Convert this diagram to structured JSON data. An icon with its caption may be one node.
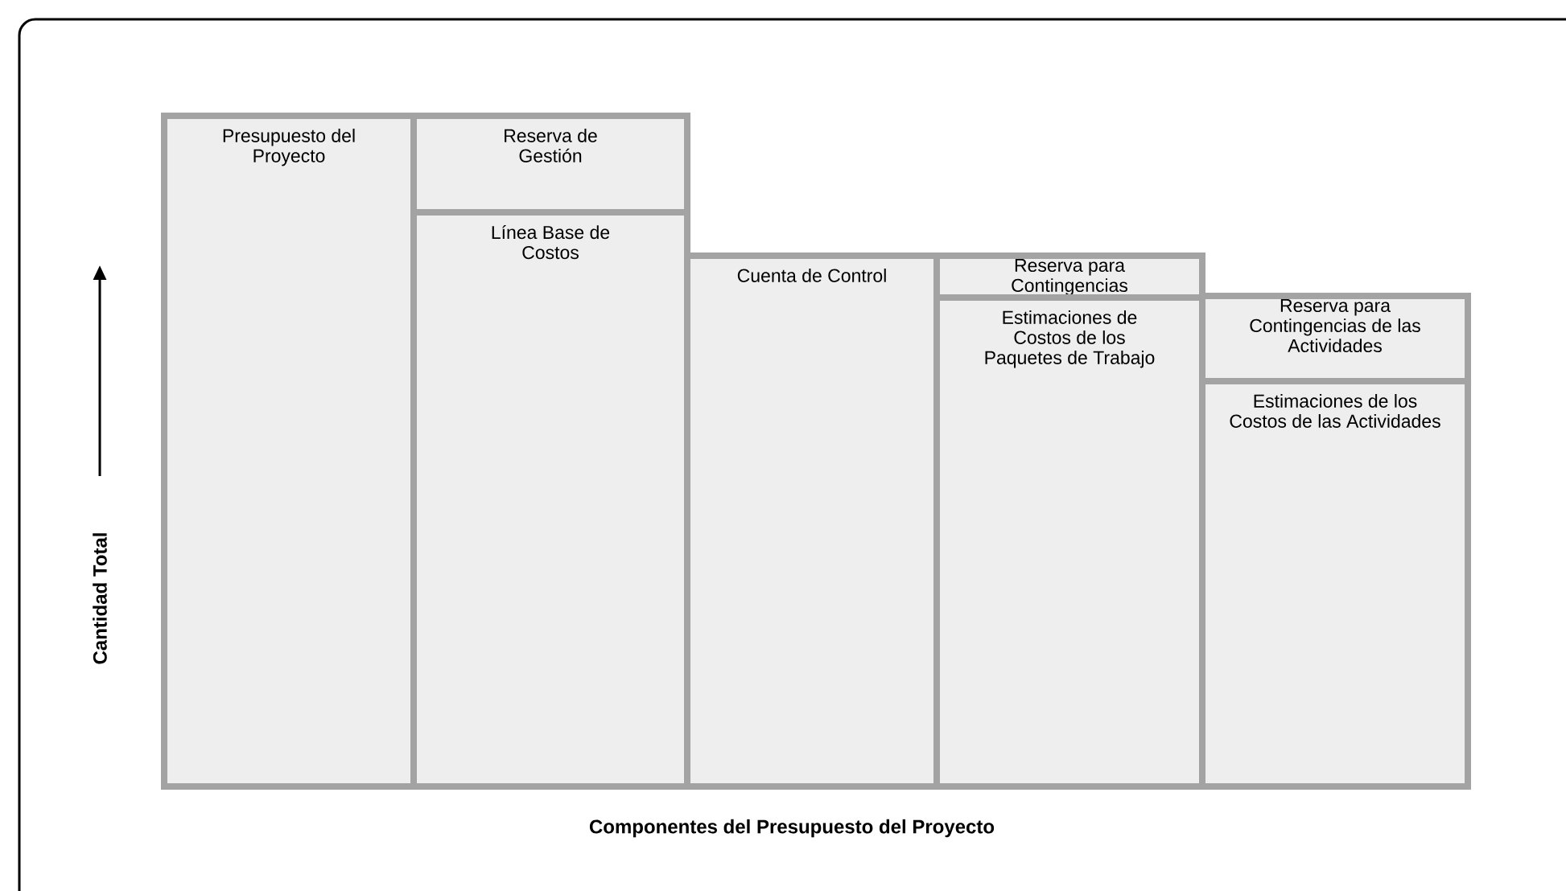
{
  "diagram": {
    "nodes": [
      {
        "text": [
          "Presupuesto del Proyecto"
        ]
      },
      {
        "text": [
          "Reserva de Gestión"
        ]
      },
      {
        "text": [
          "Línea Base de Costos"
        ]
      },
      {
        "text": [
          "Cuenta de Control"
        ]
      },
      {
        "text": [
          "Reserva para Contingencias"
        ]
      },
      {
        "text": [
          "Estimaciones de Costos de los Paquetes de Trabajo"
        ]
      },
      {
        "text": [
          "Reserva para Contingencias de las Actividades"
        ]
      },
      {
        "text": [
          "Estimaciones de los Costos de las Actividades"
        ]
      }
    ],
    "labels": [
      "Cantidad Total",
      "Componentes del Presupuesto del Proyecto"
    ]
  }
}
